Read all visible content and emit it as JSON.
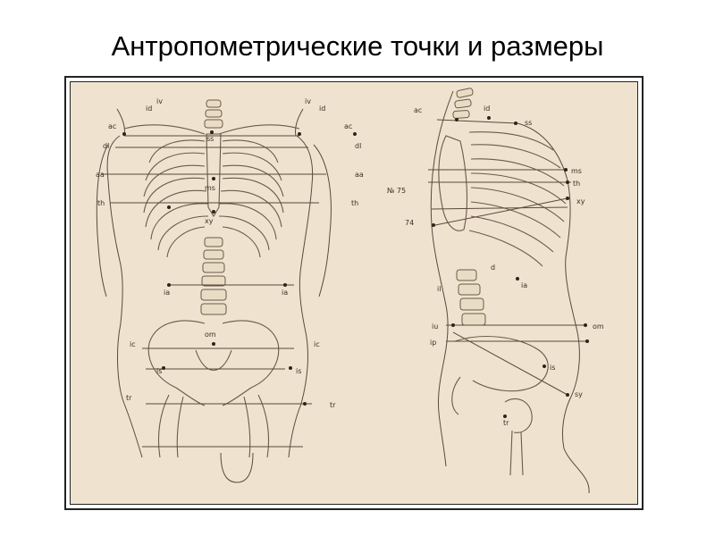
{
  "title": "Антропометрические точки и размеры",
  "front_labels": {
    "iv": "iv",
    "id": "id",
    "ac": "ac",
    "dl": "dl",
    "ss": "ss",
    "aa": "aa",
    "ms": "ms",
    "th": "th",
    "xy": "xy",
    "ia": "ia",
    "om": "om",
    "ic": "ic",
    "is": "is",
    "tr": "tr"
  },
  "side_labels": {
    "ac": "ac",
    "id": "id",
    "ss": "ss",
    "ms": "ms",
    "th": "th",
    "xy": "xy",
    "num75": "№ 75",
    "num74": "74",
    "ia": "ia",
    "il": "il",
    "iu": "iu",
    "ip": "ip",
    "om": "om",
    "is": "is",
    "sy": "sy",
    "tr": "tr",
    "d": "d"
  },
  "colors": {
    "paper": "#efe3cf",
    "ink": "#5a4a3a"
  }
}
